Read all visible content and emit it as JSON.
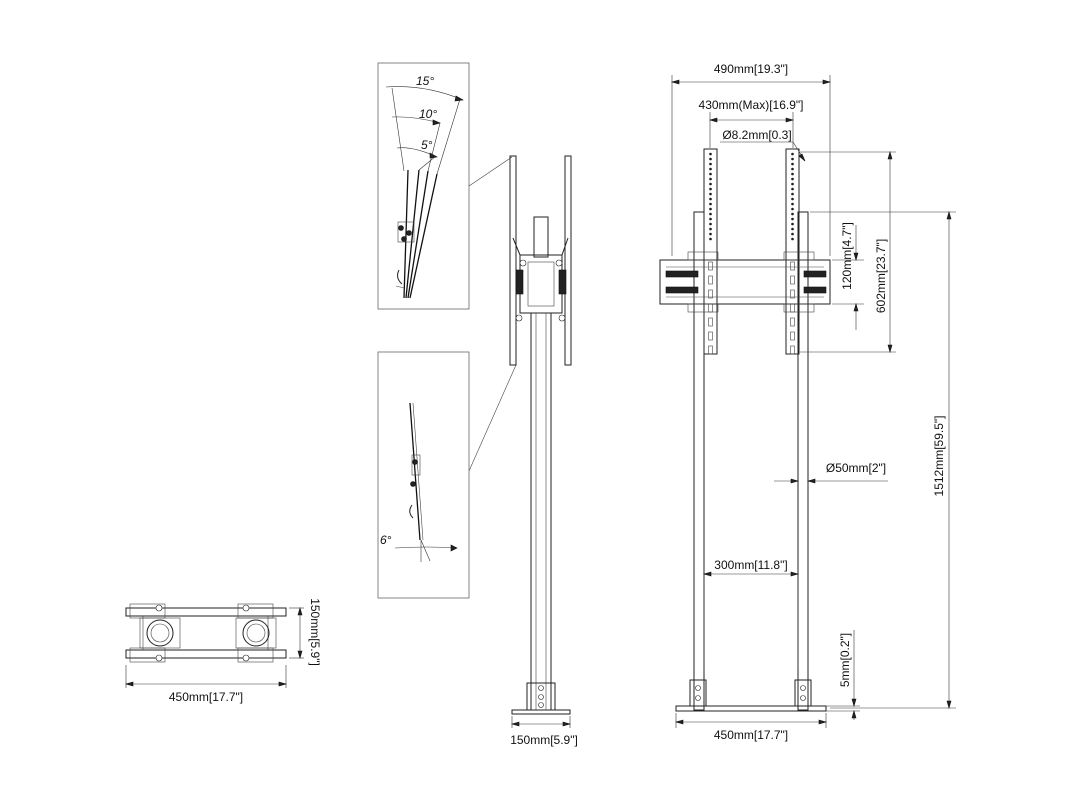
{
  "dimensions": {
    "overall_width": "490mm[19.3\"]",
    "vesa_max": "430mm(Max)[16.9\"]",
    "screw_diameter": "Ø8.2mm[0.3]",
    "rail_height": "120mm[4.7\"]",
    "adjust_range": "602mm[23.7\"]",
    "total_height": "1512mm[59.5\"]",
    "pole_diameter": "Ø50mm[2\"]",
    "pole_spacing": "300mm[11.8\"]",
    "base_thickness": "5mm[0.2\"]",
    "base_width_front": "450mm[17.7\"]",
    "side_base_depth": "150mm[5.9\"]",
    "top_base_width": "450mm[17.7\"]",
    "top_base_depth": "150mm[5.9\"]"
  },
  "tilt_detail": {
    "angle_15": "15°",
    "angle_10": "10°",
    "angle_5": "5°"
  },
  "tilt_down_detail": {
    "angle_6": "6°"
  }
}
